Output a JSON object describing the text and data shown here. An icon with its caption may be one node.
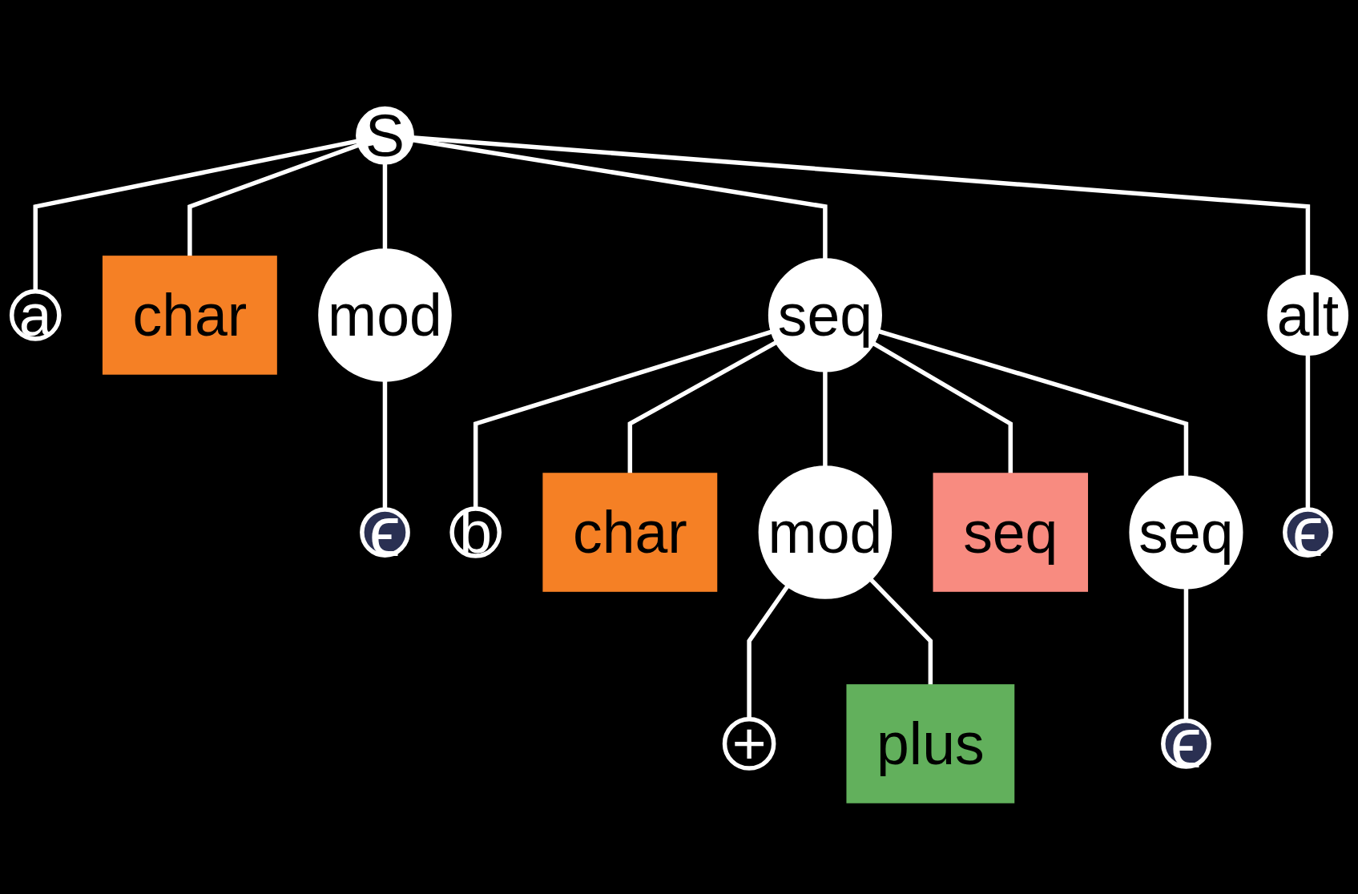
{
  "diagram": {
    "nodes": [
      {
        "text": [
          "S"
        ]
      },
      {
        "text": [
          "mod"
        ]
      },
      {
        "text": [
          "seq"
        ]
      },
      {
        "text": [
          "alt"
        ]
      },
      {
        "text": [
          "ϵ"
        ]
      },
      {
        "text": [
          "mod"
        ]
      },
      {
        "text": [
          "seq"
        ]
      },
      {
        "text": [
          "ϵ"
        ]
      },
      {
        "text": [
          "ϵ"
        ]
      },
      {
        "text": [
          "a"
        ]
      },
      {
        "text": [
          "b"
        ]
      },
      {
        "text": [
          "+"
        ]
      },
      {
        "text": [
          "char"
        ]
      },
      {
        "text": [
          "char"
        ]
      },
      {
        "text": [
          "plus"
        ]
      },
      {
        "text": [
          "seq"
        ]
      }
    ],
    "edges": [
      {
        "from": 0,
        "to": 9,
        "arrow": "none"
      },
      {
        "from": 0,
        "to": 12,
        "arrow": "none"
      },
      {
        "from": 0,
        "to": 1,
        "arrow": "none"
      },
      {
        "from": 0,
        "to": 2,
        "arrow": "none"
      },
      {
        "from": 0,
        "to": 3,
        "arrow": "none"
      },
      {
        "from": 1,
        "to": 4,
        "arrow": "none"
      },
      {
        "from": 2,
        "to": 10,
        "arrow": "none"
      },
      {
        "from": 2,
        "to": 13,
        "arrow": "none"
      },
      {
        "from": 2,
        "to": 5,
        "arrow": "none"
      },
      {
        "from": 2,
        "to": 15,
        "arrow": "none"
      },
      {
        "from": 2,
        "to": 6,
        "arrow": "none"
      },
      {
        "from": 5,
        "to": 11,
        "arrow": "none"
      },
      {
        "from": 5,
        "to": 14,
        "arrow": "none"
      },
      {
        "from": 6,
        "to": 8,
        "arrow": "none"
      },
      {
        "from": 3,
        "to": 7,
        "arrow": "none"
      }
    ]
  }
}
